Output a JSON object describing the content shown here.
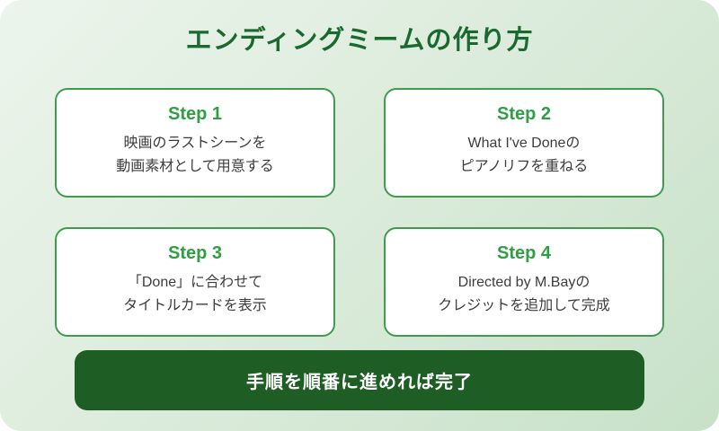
{
  "page": {
    "title": "エンディングミームの作り方",
    "banner_label": "手順を順番に進めれば完了"
  },
  "steps": [
    {
      "label": "Step 1",
      "line1": "映画のラストシーンを",
      "line2": "動画素材として用意する"
    },
    {
      "label": "Step 2",
      "line1": "What I've Doneの",
      "line2": "ピアノリフを重ねる"
    },
    {
      "label": "Step 3",
      "line1": "「Done」に合わせて",
      "line2": "タイトルカードを表示"
    },
    {
      "label": "Step 4",
      "line1": "Directed by M.Bayの",
      "line2": "クレジットを追加して完成"
    }
  ],
  "colors": {
    "background_gradient_start": "#ecf5ec",
    "background_gradient_end": "#c7e1c8",
    "title_green": "#1a692e",
    "step_label_green": "#2f9e44",
    "card_border_green": "#3f9b4e",
    "card_background": "#ffffff",
    "body_text": "#3d3d3d",
    "banner_background": "#1e5e24",
    "banner_text": "#ffffff"
  }
}
